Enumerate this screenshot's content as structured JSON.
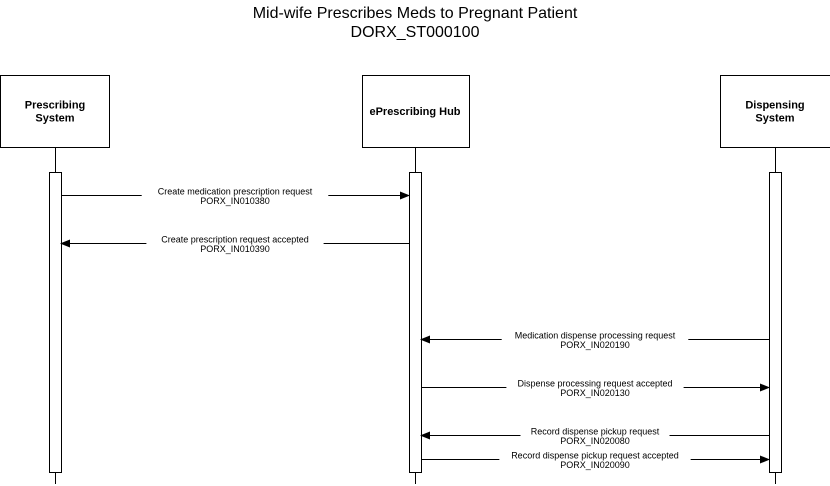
{
  "title_line1": "Mid-wife Prescribes Meds to Pregnant Patient",
  "title_line2": "DORX_ST000100",
  "participants": [
    {
      "id": "prescribing",
      "lines": [
        "Prescribing",
        "System"
      ]
    },
    {
      "id": "hub",
      "lines": [
        "ePrescribing Hub"
      ]
    },
    {
      "id": "dispensing",
      "lines": [
        "Dispensing",
        "System"
      ]
    }
  ],
  "messages": [
    {
      "from": "prescribing",
      "to": "hub",
      "label": "Create medication prescription request",
      "code": "PORX_IN010380"
    },
    {
      "from": "hub",
      "to": "prescribing",
      "label": "Create prescription request accepted",
      "code": "PORX_IN010390"
    },
    {
      "from": "dispensing",
      "to": "hub",
      "label": "Medication dispense processing request",
      "code": "PORX_IN020190"
    },
    {
      "from": "hub",
      "to": "dispensing",
      "label": "Dispense processing request accepted",
      "code": "PORX_IN020130"
    },
    {
      "from": "dispensing",
      "to": "hub",
      "label": "Record dispense pickup request",
      "code": "PORX_IN020080"
    },
    {
      "from": "hub",
      "to": "dispensing",
      "label": "Record dispense pickup request accepted",
      "code": "PORX_IN020090"
    }
  ]
}
